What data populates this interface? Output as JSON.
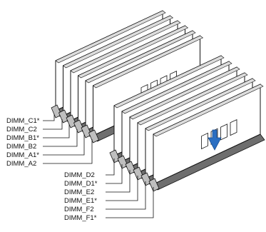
{
  "labels_left": [
    "DIMM_C1*",
    "DIMM_C2",
    "DIMM_B1*",
    "DIMM_B2",
    "DIMM_A1*",
    "DIMM_A2"
  ],
  "labels_bottom": [
    "DIMM_D2",
    "DIMM_D1*",
    "DIMM_E2",
    "DIMM_E1*",
    "DIMM_F2",
    "DIMM_F1*"
  ],
  "colors": {
    "line": "#111111",
    "module_fill": "#ffffff",
    "slot_fill": "#6e6e6e",
    "latch_fill": "#bfbfbf",
    "arrow_fill": "#2b6fc2"
  },
  "icons": {
    "insert_arrow": "down-arrow-icon"
  }
}
